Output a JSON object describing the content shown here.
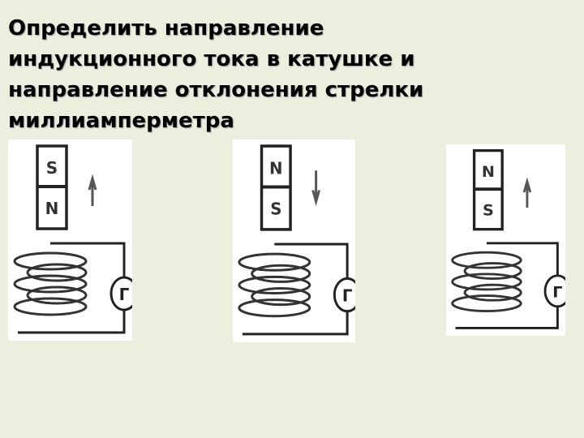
{
  "slide": {
    "title_lines": [
      "Определить направление",
      "индукционного тока в катушке и",
      "направление отклонения стрелки",
      "миллиамперметра"
    ]
  },
  "figures": [
    {
      "magnet_top": "S",
      "magnet_bottom": "N",
      "motion": "up",
      "meter": "Г"
    },
    {
      "magnet_top": "N",
      "magnet_bottom": "S",
      "motion": "down",
      "meter": "Г"
    },
    {
      "magnet_top": "N",
      "magnet_bottom": "S",
      "motion": "up",
      "meter": "Г"
    }
  ]
}
